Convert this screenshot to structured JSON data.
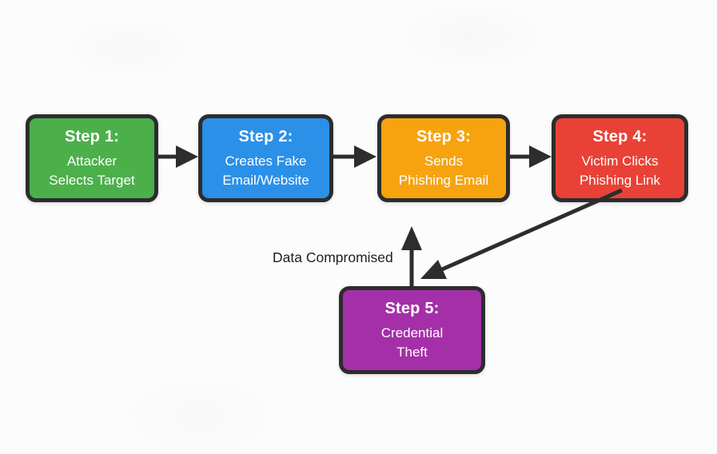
{
  "diagram": {
    "type": "flowchart",
    "background_color": "#fcfcfc",
    "stroke_color": "#2d2d2d",
    "text_color": "#ffffff",
    "steps": [
      {
        "id": "step-1",
        "title": "Step 1:",
        "lines": [
          "Attacker",
          "Selects Target"
        ],
        "color": "#4bb04a"
      },
      {
        "id": "step-2",
        "title": "Step 2:",
        "lines": [
          "Creates Fake",
          "Email/Website"
        ],
        "color": "#2b90e8"
      },
      {
        "id": "step-3",
        "title": "Step 3:",
        "lines": [
          "Sends",
          "Phishing Email"
        ],
        "color": "#f6a30f"
      },
      {
        "id": "step-4",
        "title": "Step 4:",
        "lines": [
          "Victim Clicks",
          "Phishing Link"
        ],
        "color": "#e94136"
      },
      {
        "id": "step-5",
        "title": "Step 5:",
        "lines": [
          "Credential",
          "Theft"
        ],
        "color": "#a52fa9"
      }
    ],
    "connections": [
      {
        "from": "step-1",
        "to": "step-2",
        "style": "horizontal-arrow"
      },
      {
        "from": "step-2",
        "to": "step-3",
        "style": "horizontal-arrow"
      },
      {
        "from": "step-3",
        "to": "step-4",
        "style": "horizontal-arrow"
      },
      {
        "from": "step-4",
        "to": "step-5",
        "style": "diagonal-arrow"
      },
      {
        "from": "step-5",
        "to": "step-3",
        "style": "upward-arrow",
        "label": "Data Compromised"
      }
    ],
    "annotations": [
      {
        "id": "data-compromised-label",
        "text": "Data Compromised",
        "color": "#1f1f1f"
      }
    ]
  }
}
